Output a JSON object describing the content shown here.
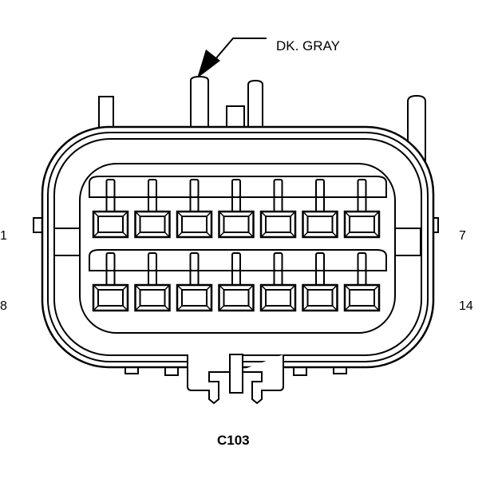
{
  "connector": {
    "color_label": "DK. GRAY",
    "name": "C103",
    "pins_per_row": 7,
    "rows": 2,
    "pin_labels": {
      "top_left": "1",
      "top_right": "7",
      "bottom_left": "8",
      "bottom_right": "14"
    }
  },
  "colors": {
    "line": "#000000",
    "background": "#ffffff"
  }
}
